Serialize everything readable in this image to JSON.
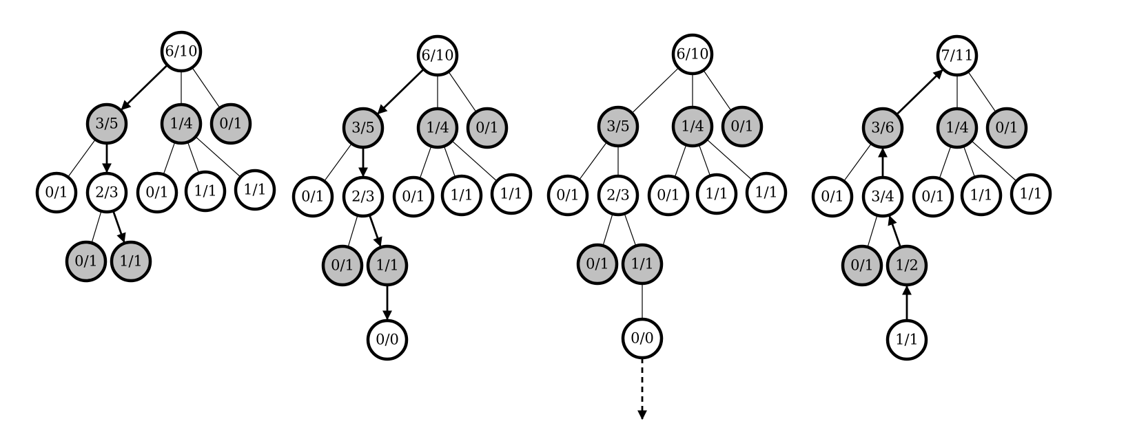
{
  "colors": {
    "white_node": "#ffffff",
    "gray_node": "#c0c0c0",
    "stroke": "#000000"
  },
  "panels": [
    {
      "nodes": [
        {
          "id": "root",
          "label": "6/10",
          "fill": "white"
        },
        {
          "id": "a",
          "label": "3/5",
          "fill": "gray"
        },
        {
          "id": "b",
          "label": "1/4",
          "fill": "gray"
        },
        {
          "id": "c",
          "label": "0/1",
          "fill": "gray"
        },
        {
          "id": "a1",
          "label": "0/1",
          "fill": "white"
        },
        {
          "id": "a2",
          "label": "2/3",
          "fill": "white"
        },
        {
          "id": "b1",
          "label": "0/1",
          "fill": "white"
        },
        {
          "id": "b2",
          "label": "1/1",
          "fill": "white"
        },
        {
          "id": "b3",
          "label": "1/1",
          "fill": "white"
        },
        {
          "id": "a2a",
          "label": "0/1",
          "fill": "gray"
        },
        {
          "id": "a2b",
          "label": "1/1",
          "fill": "gray"
        }
      ],
      "edges": [
        {
          "from": "root",
          "to": "a",
          "style": "bold-arrow"
        },
        {
          "from": "root",
          "to": "b",
          "style": "thin"
        },
        {
          "from": "root",
          "to": "c",
          "style": "thin"
        },
        {
          "from": "a",
          "to": "a1",
          "style": "thin"
        },
        {
          "from": "a",
          "to": "a2",
          "style": "bold-arrow"
        },
        {
          "from": "b",
          "to": "b1",
          "style": "thin"
        },
        {
          "from": "b",
          "to": "b2",
          "style": "thin"
        },
        {
          "from": "b",
          "to": "b3",
          "style": "thin"
        },
        {
          "from": "a2",
          "to": "a2a",
          "style": "thin"
        },
        {
          "from": "a2",
          "to": "a2b",
          "style": "bold-arrow"
        }
      ]
    },
    {
      "nodes": [
        {
          "id": "root",
          "label": "6/10",
          "fill": "white"
        },
        {
          "id": "a",
          "label": "3/5",
          "fill": "gray"
        },
        {
          "id": "b",
          "label": "1/4",
          "fill": "gray"
        },
        {
          "id": "c",
          "label": "0/1",
          "fill": "gray"
        },
        {
          "id": "a1",
          "label": "0/1",
          "fill": "white"
        },
        {
          "id": "a2",
          "label": "2/3",
          "fill": "white"
        },
        {
          "id": "b1",
          "label": "0/1",
          "fill": "white"
        },
        {
          "id": "b2",
          "label": "1/1",
          "fill": "white"
        },
        {
          "id": "b3",
          "label": "1/1",
          "fill": "white"
        },
        {
          "id": "a2a",
          "label": "0/1",
          "fill": "gray"
        },
        {
          "id": "a2b",
          "label": "1/1",
          "fill": "gray"
        },
        {
          "id": "new",
          "label": "0/0",
          "fill": "white"
        }
      ],
      "edges": [
        {
          "from": "root",
          "to": "a",
          "style": "bold-arrow"
        },
        {
          "from": "root",
          "to": "b",
          "style": "thin"
        },
        {
          "from": "root",
          "to": "c",
          "style": "thin"
        },
        {
          "from": "a",
          "to": "a1",
          "style": "thin"
        },
        {
          "from": "a",
          "to": "a2",
          "style": "bold-arrow"
        },
        {
          "from": "b",
          "to": "b1",
          "style": "thin"
        },
        {
          "from": "b",
          "to": "b2",
          "style": "thin"
        },
        {
          "from": "b",
          "to": "b3",
          "style": "thin"
        },
        {
          "from": "a2",
          "to": "a2a",
          "style": "thin"
        },
        {
          "from": "a2",
          "to": "a2b",
          "style": "bold-arrow"
        },
        {
          "from": "a2b",
          "to": "new",
          "style": "bold-arrow"
        }
      ]
    },
    {
      "nodes": [
        {
          "id": "root",
          "label": "6/10",
          "fill": "white"
        },
        {
          "id": "a",
          "label": "3/5",
          "fill": "gray"
        },
        {
          "id": "b",
          "label": "1/4",
          "fill": "gray"
        },
        {
          "id": "c",
          "label": "0/1",
          "fill": "gray"
        },
        {
          "id": "a1",
          "label": "0/1",
          "fill": "white"
        },
        {
          "id": "a2",
          "label": "2/3",
          "fill": "white"
        },
        {
          "id": "b1",
          "label": "0/1",
          "fill": "white"
        },
        {
          "id": "b2",
          "label": "1/1",
          "fill": "white"
        },
        {
          "id": "b3",
          "label": "1/1",
          "fill": "white"
        },
        {
          "id": "a2a",
          "label": "0/1",
          "fill": "gray"
        },
        {
          "id": "a2b",
          "label": "1/1",
          "fill": "gray"
        },
        {
          "id": "new",
          "label": "0/0",
          "fill": "white"
        }
      ],
      "edges": [
        {
          "from": "root",
          "to": "a",
          "style": "thin"
        },
        {
          "from": "root",
          "to": "b",
          "style": "thin"
        },
        {
          "from": "root",
          "to": "c",
          "style": "thin"
        },
        {
          "from": "a",
          "to": "a1",
          "style": "thin"
        },
        {
          "from": "a",
          "to": "a2",
          "style": "thin"
        },
        {
          "from": "b",
          "to": "b1",
          "style": "thin"
        },
        {
          "from": "b",
          "to": "b2",
          "style": "thin"
        },
        {
          "from": "b",
          "to": "b3",
          "style": "thin"
        },
        {
          "from": "a2",
          "to": "a2a",
          "style": "thin"
        },
        {
          "from": "a2",
          "to": "a2b",
          "style": "thin"
        },
        {
          "from": "a2b",
          "to": "new",
          "style": "thin"
        },
        {
          "from": "new",
          "to": "rollout",
          "style": "dashed-arrow"
        }
      ]
    },
    {
      "nodes": [
        {
          "id": "root",
          "label": "7/11",
          "fill": "white"
        },
        {
          "id": "a",
          "label": "3/6",
          "fill": "gray"
        },
        {
          "id": "b",
          "label": "1/4",
          "fill": "gray"
        },
        {
          "id": "c",
          "label": "0/1",
          "fill": "gray"
        },
        {
          "id": "a1",
          "label": "0/1",
          "fill": "white"
        },
        {
          "id": "a2",
          "label": "3/4",
          "fill": "white"
        },
        {
          "id": "b1",
          "label": "0/1",
          "fill": "white"
        },
        {
          "id": "b2",
          "label": "1/1",
          "fill": "white"
        },
        {
          "id": "b3",
          "label": "1/1",
          "fill": "white"
        },
        {
          "id": "a2a",
          "label": "0/1",
          "fill": "gray"
        },
        {
          "id": "a2b",
          "label": "1/2",
          "fill": "gray"
        },
        {
          "id": "new",
          "label": "1/1",
          "fill": "white"
        }
      ],
      "edges": [
        {
          "from": "a",
          "to": "root",
          "style": "bold-arrow"
        },
        {
          "from": "root",
          "to": "b",
          "style": "thin"
        },
        {
          "from": "root",
          "to": "c",
          "style": "thin"
        },
        {
          "from": "a",
          "to": "a1",
          "style": "thin"
        },
        {
          "from": "a2",
          "to": "a",
          "style": "bold-arrow"
        },
        {
          "from": "b",
          "to": "b1",
          "style": "thin"
        },
        {
          "from": "b",
          "to": "b2",
          "style": "thin"
        },
        {
          "from": "b",
          "to": "b3",
          "style": "thin"
        },
        {
          "from": "a2",
          "to": "a2a",
          "style": "thin"
        },
        {
          "from": "a2b",
          "to": "a2",
          "style": "bold-arrow"
        },
        {
          "from": "new",
          "to": "a2b",
          "style": "bold-arrow"
        }
      ]
    }
  ]
}
